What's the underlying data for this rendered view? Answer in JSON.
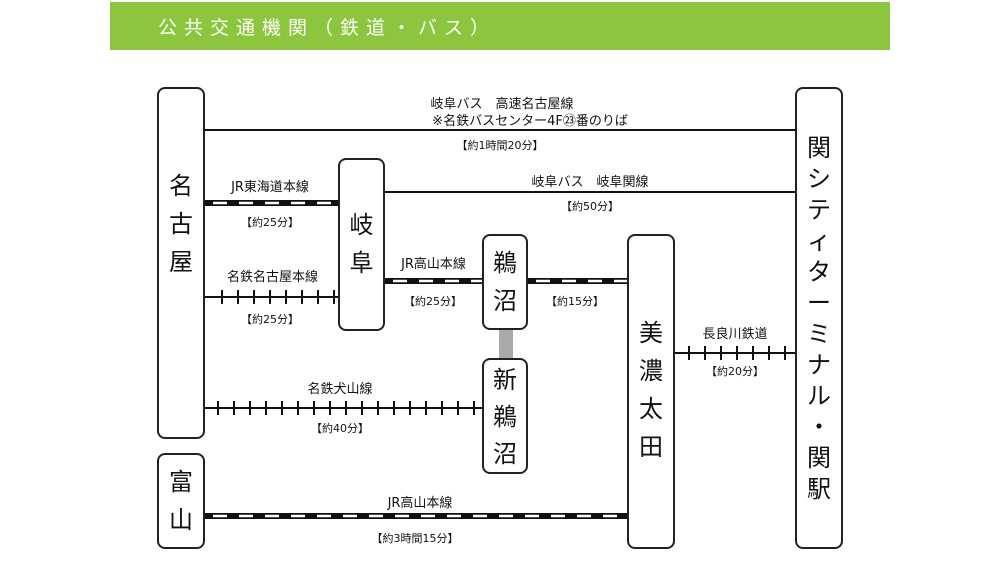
{
  "header": {
    "title": "公共交通機関（鉄道・バス）"
  },
  "stations": {
    "nagoya": [
      "名",
      "古",
      "屋"
    ],
    "toyama": [
      "富",
      "山"
    ],
    "gifu": [
      "岐",
      "阜"
    ],
    "unuma": [
      "鵜",
      "沼"
    ],
    "shin_unuma": [
      "新",
      "鵜",
      "沼"
    ],
    "minoota": [
      "美",
      "濃",
      "太",
      "田"
    ],
    "seki": [
      "関",
      "シ",
      "テ",
      "ィ",
      "タ",
      "ー",
      "ミ",
      "ナ",
      "ル",
      "・",
      "関",
      "駅"
    ]
  },
  "routes": {
    "bus_nagoya_expressway": {
      "line1": "岐阜バス　高速名古屋線",
      "line2": "※名鉄バスセンター4F㉓番のりば",
      "time": "【約1時間20分】"
    },
    "jr_tokaido": {
      "name": "JR東海道本線",
      "time": "【約25分】"
    },
    "meitetsu_nagoya": {
      "name": "名鉄名古屋本線",
      "time": "【約25分】"
    },
    "bus_gifu_seki": {
      "name": "岐阜バス　岐阜関線",
      "time": "【約50分】"
    },
    "jr_takayama_gifu": {
      "name": "JR高山本線",
      "time": "【約25分】"
    },
    "jr_takayama_unuma": {
      "time": "【約15分】"
    },
    "meitetsu_inuyama": {
      "name": "名鉄犬山線",
      "time": "【約40分】"
    },
    "nagaragawa": {
      "name": "長良川鉄道",
      "time": "【約20分】"
    },
    "jr_takayama_toyama": {
      "name": "JR高山本線",
      "time": "【約3時間15分】"
    }
  },
  "colors": {
    "header_bg": "#8cc63f",
    "connector": "#aaaaaa",
    "line": "#111111"
  }
}
